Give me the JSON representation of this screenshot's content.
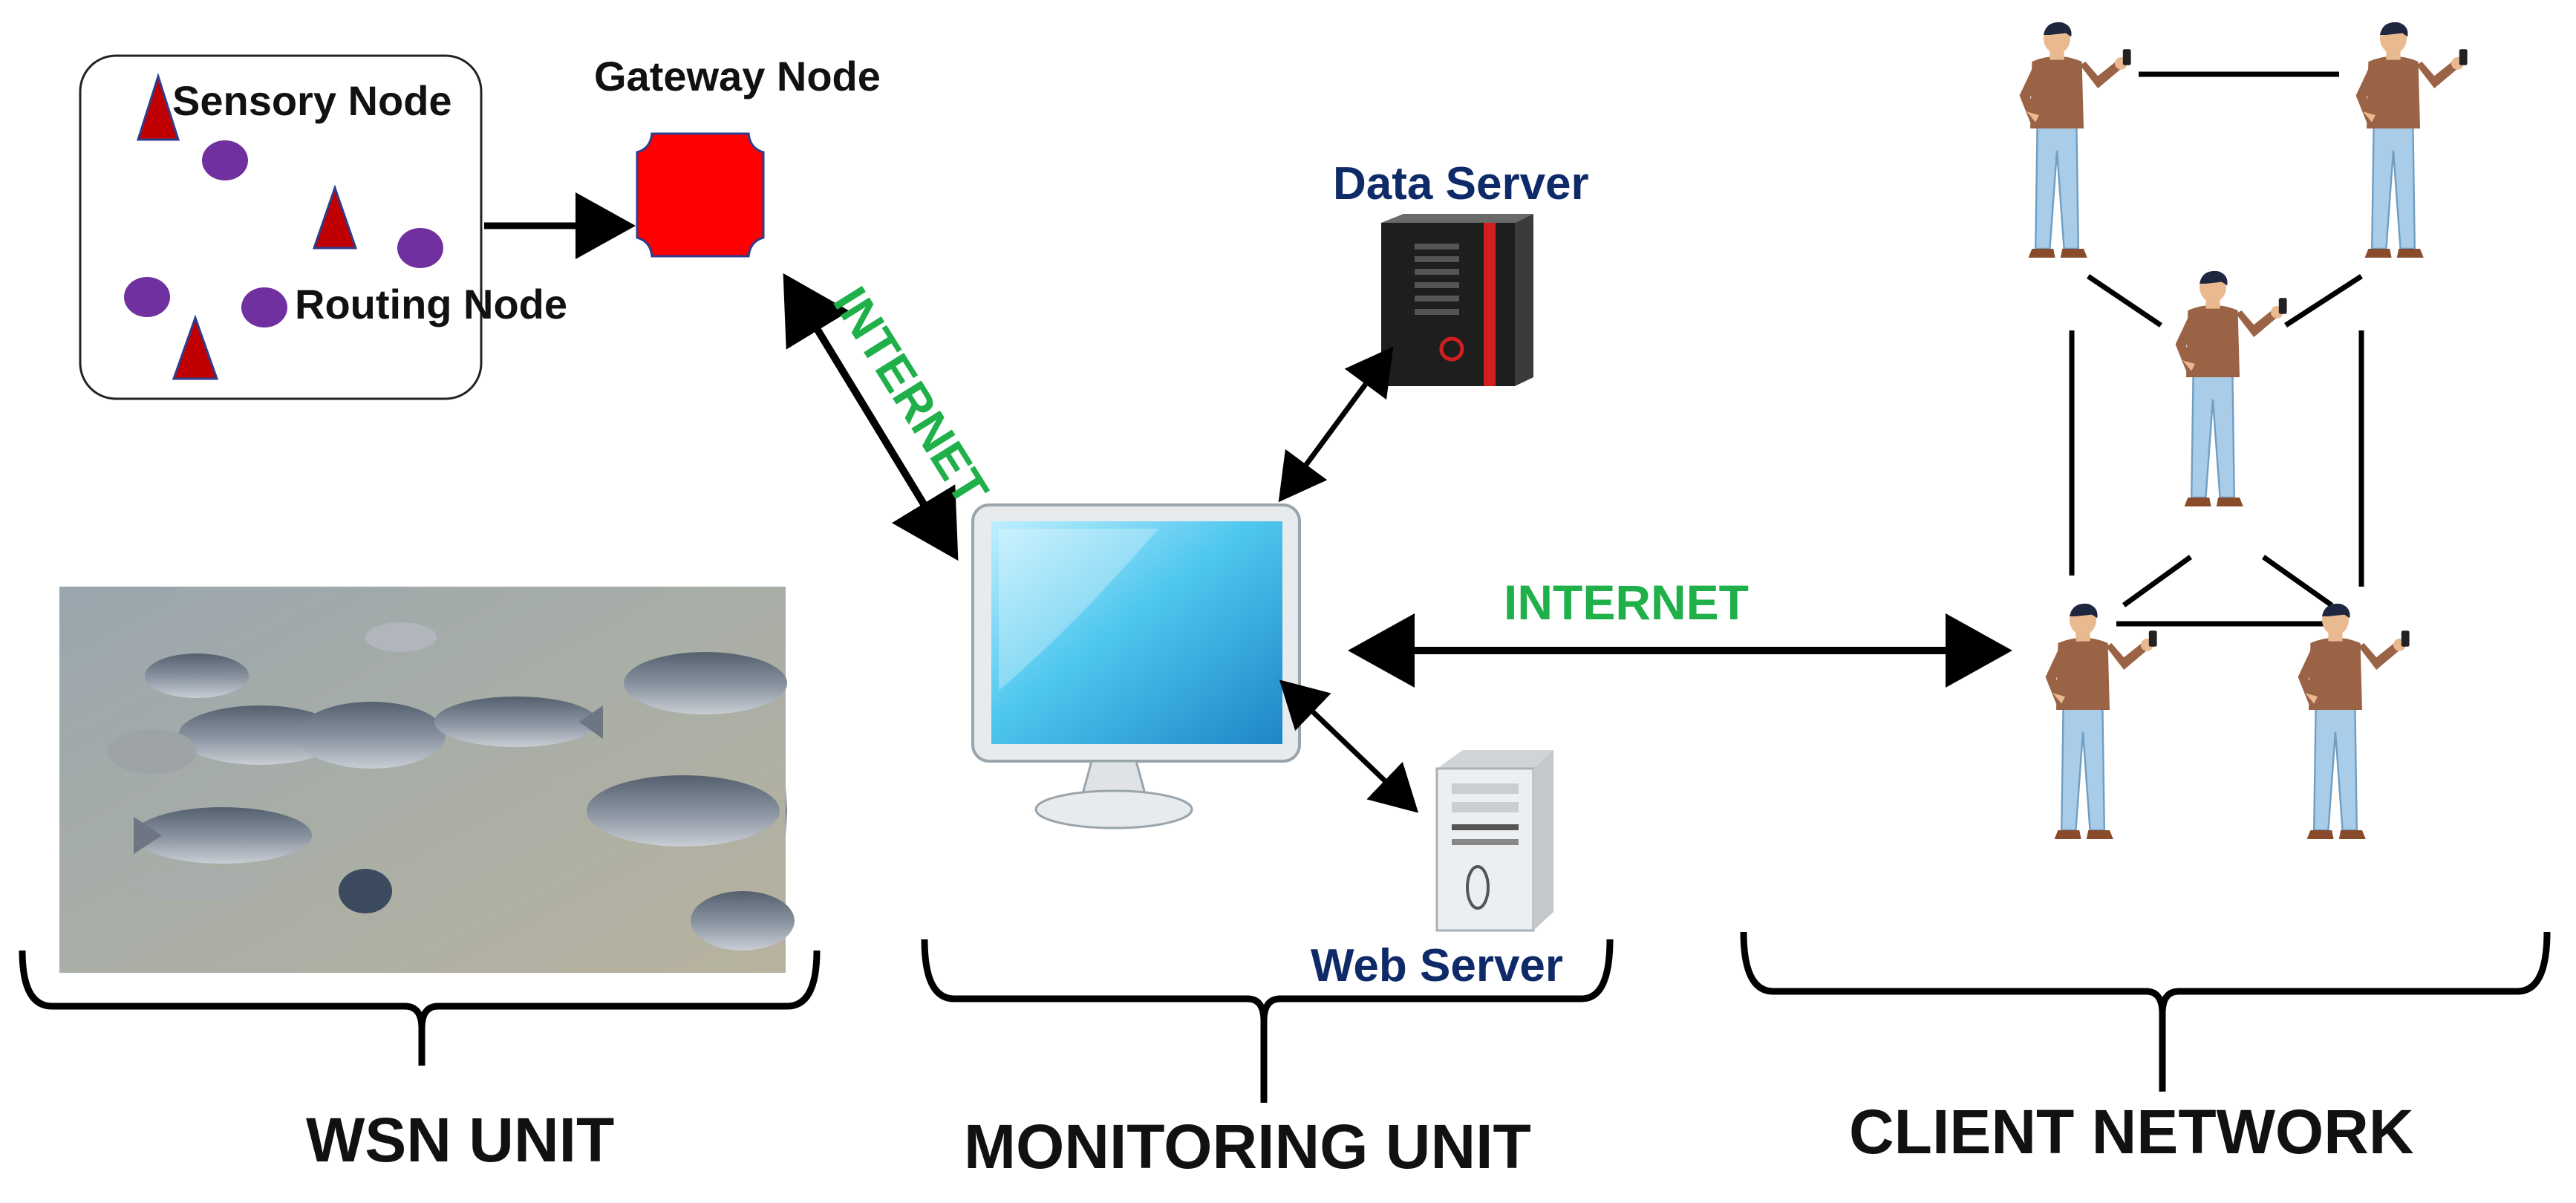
{
  "wsn_box": {
    "sensory_node_label": "Sensory Node",
    "routing_node_label": "Routing Node"
  },
  "gateway_node_label": "Gateway Node",
  "data_server_label": "Data Server",
  "web_server_label": "Web Server",
  "internet_label_diagonal": "INTERNET",
  "internet_label_horizontal": "INTERNET",
  "units": {
    "wsn": "WSN UNIT",
    "monitoring": "MONITORING UNIT",
    "client": "CLIENT NETWORK"
  },
  "colors": {
    "sensory_node": "#c00000",
    "routing_node": "#7030a0",
    "gateway": "#ff0000",
    "internet_text": "#1fb04a",
    "server_text": "#0f2a68"
  },
  "icons": {
    "sensory_node": "triangle-icon",
    "routing_node": "circle-icon",
    "gateway": "octagon-icon",
    "data_server": "tower-server-icon",
    "web_server": "pc-tower-icon",
    "monitor": "monitor-icon",
    "client": "person-with-phone-icon"
  }
}
